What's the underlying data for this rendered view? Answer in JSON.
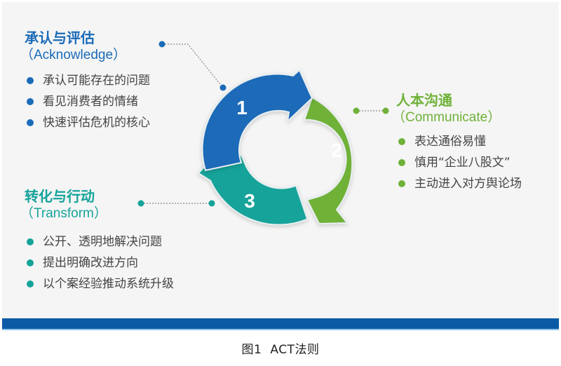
{
  "colors": {
    "blue": "#1a6bb8",
    "green": "#6fb138",
    "teal": "#15a39a",
    "bar": "#0a5aa6",
    "background": "#f5f5f5"
  },
  "cycle": {
    "steps": [
      {
        "number": "1",
        "color": "#1a6bb8"
      },
      {
        "number": "2",
        "color": "#6fb138"
      },
      {
        "number": "3",
        "color": "#15a39a"
      }
    ]
  },
  "acknowledge": {
    "title": "承认与评估",
    "subtitle": "（Acknowledge）",
    "items": [
      "承认可能存在的问题",
      "看见消费者的情绪",
      "快速评估危机的核心"
    ]
  },
  "communicate": {
    "title": "人本沟通",
    "subtitle": "（Communicate）",
    "items": [
      "表达通俗易懂",
      "慎用“企业八股文”",
      "主动进入对方舆论场"
    ]
  },
  "transform": {
    "title": "转化与行动",
    "subtitle": "（Transform）",
    "items": [
      "公开、透明地解决问题",
      "提出明确改进方向",
      "以个案经验推动系统升级"
    ]
  },
  "caption": {
    "figure_number": "图1",
    "title": "ACT法则"
  }
}
